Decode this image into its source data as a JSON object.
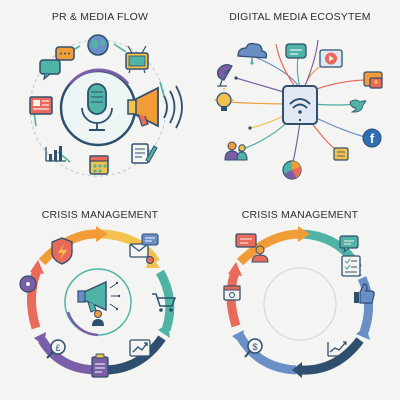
{
  "panels": {
    "pr_media_flow": {
      "title": "PR & MEDIA FLOW"
    },
    "digital_media_ecosystem": {
      "title": "DIGITAL MEDIA ECOSYTEM"
    },
    "crisis_management_1": {
      "title": "CRISIS MANAGEMENT"
    },
    "crisis_management_2": {
      "title": "CRISIS MANAGEMENT"
    }
  },
  "icons": {
    "pr_media_flow": [
      "chat-bubbles-icon",
      "globe-icon",
      "tv-icon",
      "microphone-icon",
      "megaphone-icon",
      "newspaper-icon",
      "bar-chart-icon",
      "calendar-icon",
      "press-release-icon"
    ],
    "digital_media_ecosystem": [
      "cloud-icon",
      "chat-icon",
      "play-icon",
      "satellite-dish-icon",
      "tablet-wifi-icon",
      "lightbulb-icon",
      "twitter-bird-icon",
      "facebook-icon",
      "photos-icon",
      "people-icon",
      "pie-chart-icon",
      "server-icon"
    ],
    "crisis_management_1": [
      "shield-icon",
      "email-icon",
      "megaphone-icon",
      "shopping-cart-icon",
      "dollar-search-icon",
      "checklist-icon",
      "growth-chart-icon",
      "disc-icon"
    ],
    "crisis_management_2": [
      "presentation-icon",
      "chat-icon",
      "checklist-icon",
      "thumbs-up-icon",
      "calendar-icon",
      "dollar-search-icon",
      "growth-chart-icon"
    ]
  },
  "colors": {
    "background": "#f4f4f2",
    "teal": "#4fb3a6",
    "orange": "#f29c38",
    "purple": "#7b5ea8",
    "red": "#e9695a",
    "yellow": "#f2c14e",
    "navy": "#2f4f6f",
    "blue": "#6a8ec6"
  }
}
